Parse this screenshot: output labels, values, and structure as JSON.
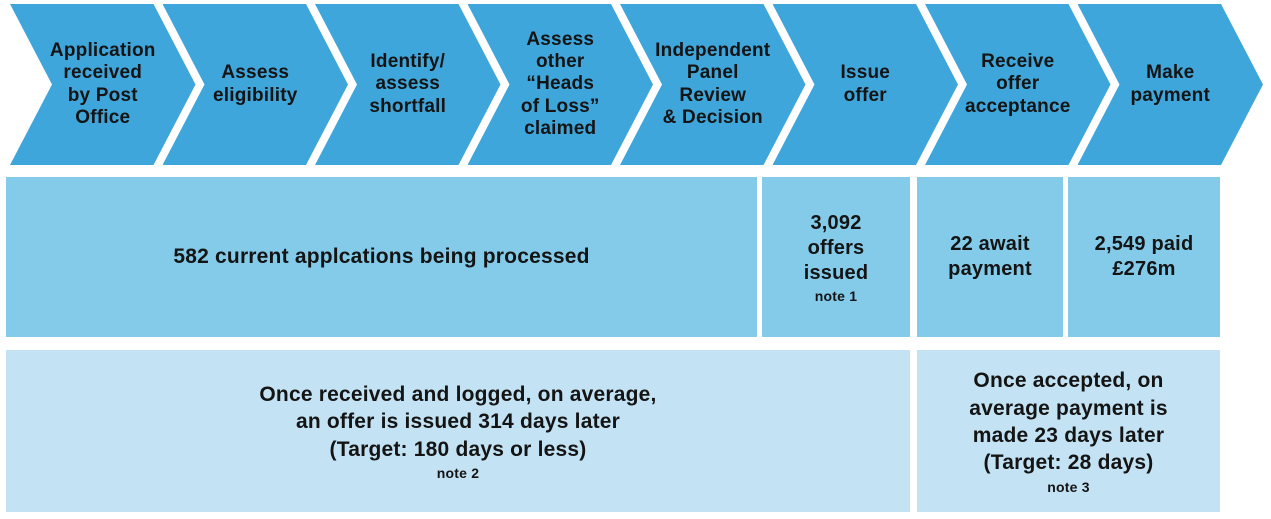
{
  "colors": {
    "chevron": "#3FA6DB",
    "row2": "#84CBEA",
    "row3": "#C3E3F4",
    "text": "#141414"
  },
  "process_steps": [
    {
      "label": "Application\nreceived\nby Post\nOffice"
    },
    {
      "label": "Assess\neligibility"
    },
    {
      "label": "Identify/\nassess\nshortfall"
    },
    {
      "label": "Assess\nother\n“Heads\nof Loss”\nclaimed"
    },
    {
      "label": "Independent\nPanel\nReview\n& Decision"
    },
    {
      "label": "Issue\noffer"
    },
    {
      "label": "Receive\noffer\nacceptance"
    },
    {
      "label": "Make\npayment"
    }
  ],
  "status_row": {
    "applications_processing": "582 current applcations being processed",
    "offers_issued": "3,092\noffers\nissued",
    "offers_issued_note": "note 1",
    "await_payment": "22 await\npayment",
    "paid": "2,549 paid\n£276m"
  },
  "timing_row": {
    "offer_timing": "Once received and logged, on average,\nan offer is issued 314 days later\n(Target: 180 days or less)",
    "offer_timing_note": "note 2",
    "payment_timing": "Once accepted, on\naverage payment is\nmade 23 days later\n(Target: 28 days)",
    "payment_timing_note": "note 3"
  }
}
